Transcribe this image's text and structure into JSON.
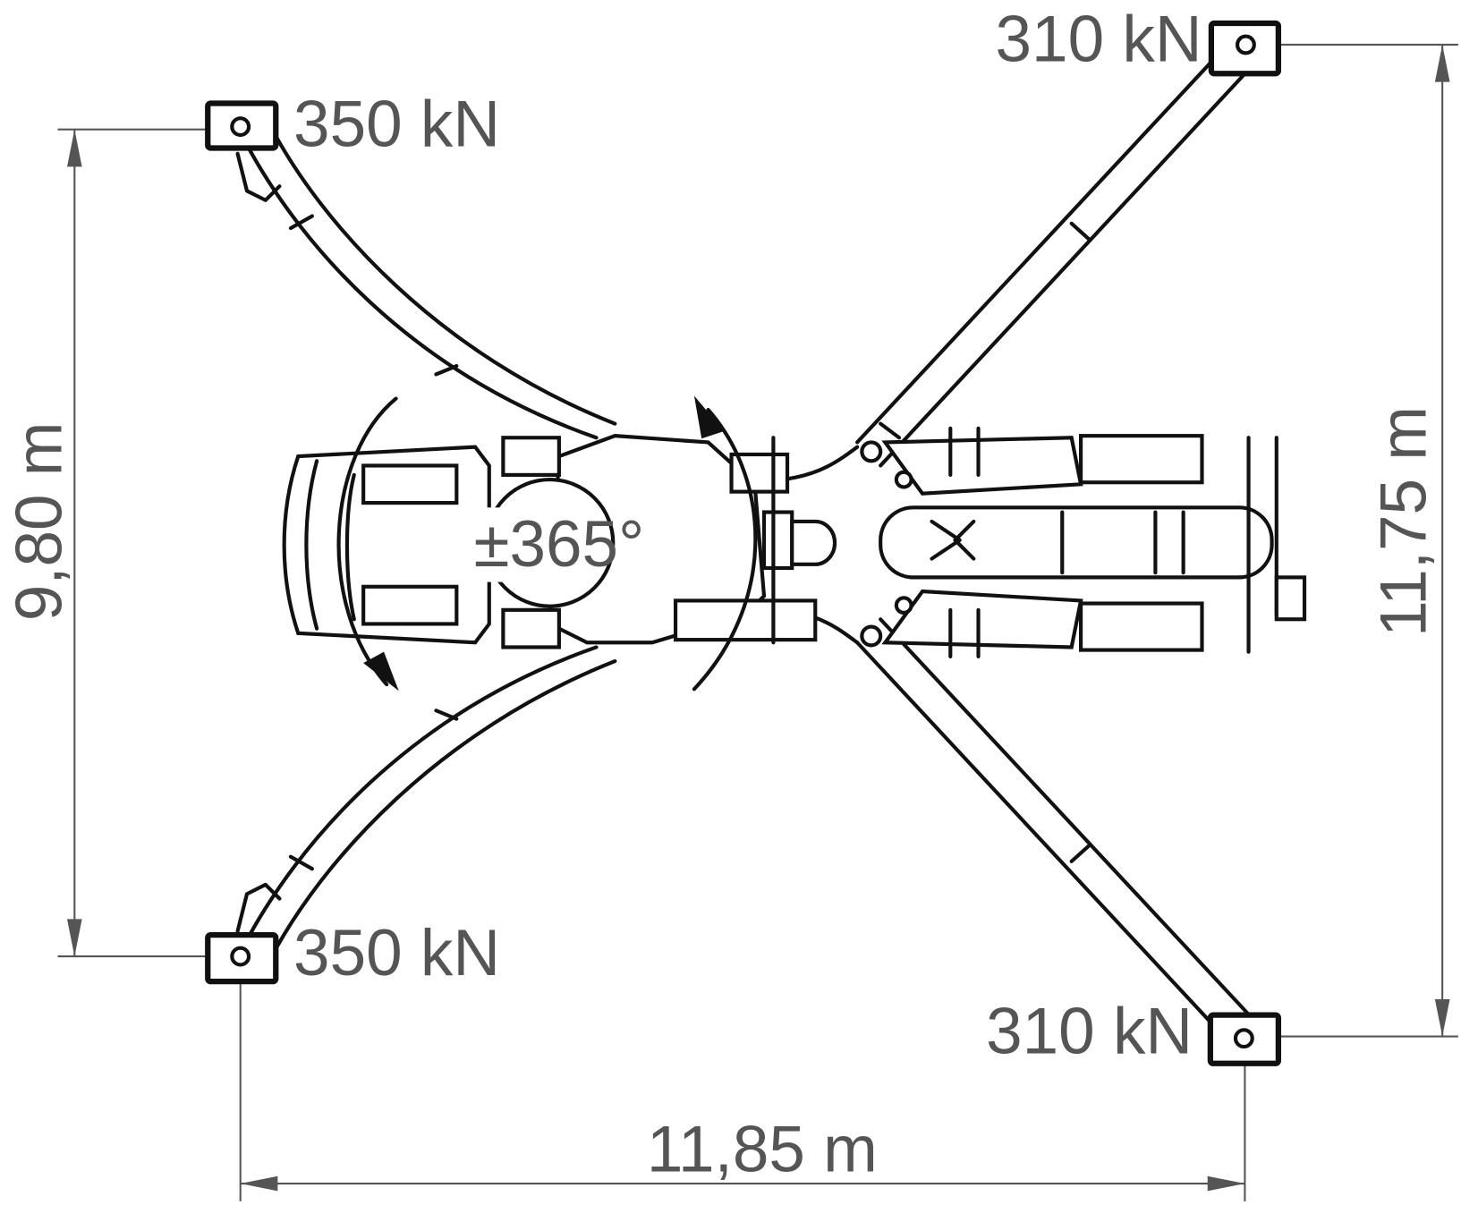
{
  "diagram": {
    "loads": {
      "front_left": "350 kN",
      "rear_left": "350 kN",
      "front_right": "310 kN",
      "rear_right": "310 kN"
    },
    "dimensions": {
      "width_left": "9,80 m",
      "width_right": "11,75 m",
      "length": "11,85 m"
    },
    "rotation": "±365°",
    "colors": {
      "line": "#111111",
      "dimension": "#555555",
      "background": "#ffffff"
    }
  }
}
